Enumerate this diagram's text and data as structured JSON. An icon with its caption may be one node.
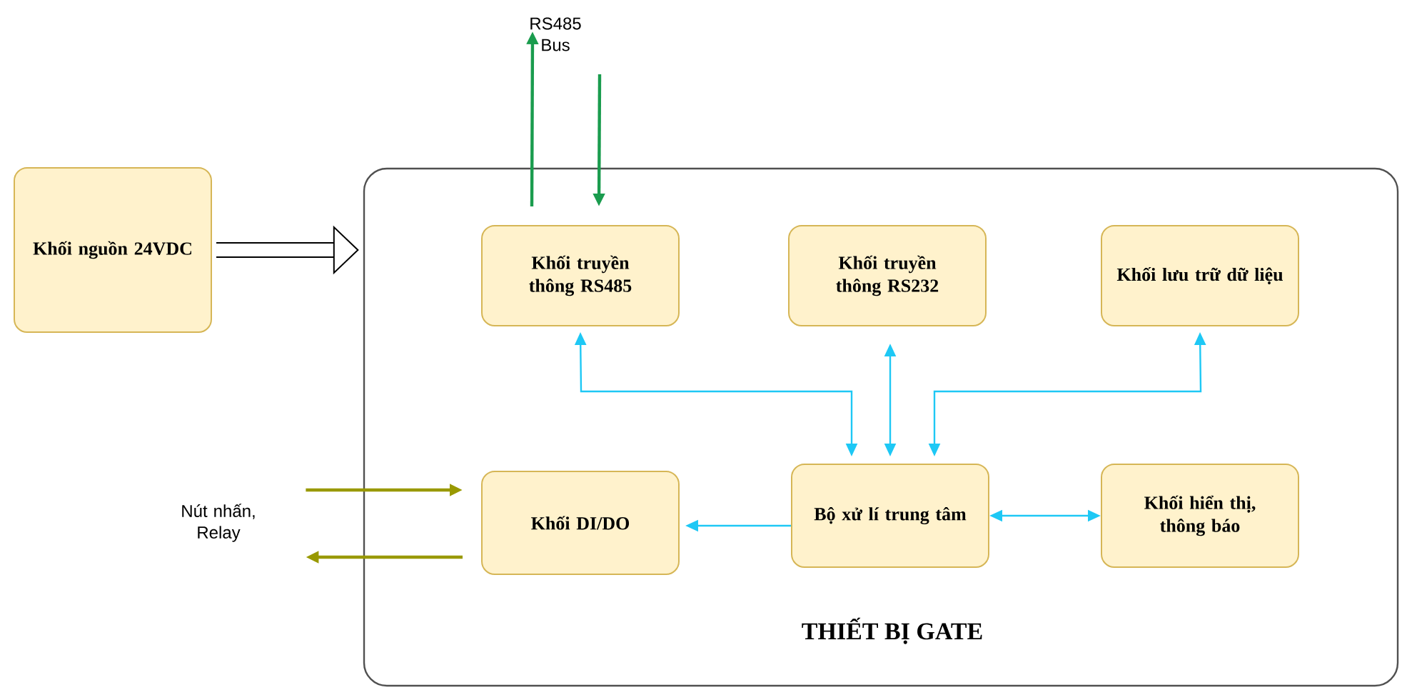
{
  "diagram": {
    "nodes": [
      {
        "text": [
          "THIẾT BỊ GATE"
        ]
      },
      {
        "text": [
          "Khối nguồn 24VDC"
        ]
      },
      {
        "text": [
          "Khối truyền thông RS485"
        ],
        "in": 0
      },
      {
        "text": [
          "Khối truyền thông RS232"
        ],
        "in": 0
      },
      {
        "text": [
          "Khối lưu trữ dữ liệu"
        ],
        "in": 0
      },
      {
        "text": [
          "Khối DI/DO"
        ],
        "in": 0
      },
      {
        "text": [
          "Bộ xử lí trung tâm"
        ],
        "in": 0
      },
      {
        "text": [
          "Khối hiển thị, thông báo"
        ],
        "in": 0
      },
      {
        "text": [
          "RS485 Bus"
        ]
      },
      {
        "text": [
          "Nút nhấn, Relay"
        ]
      }
    ],
    "edges": [
      {
        "from": 1,
        "to": 0,
        "arrow": "to",
        "style": "thick",
        "color": "#000000"
      },
      {
        "from": 2,
        "to": 8,
        "arrow": "to",
        "color": "#1a9c4e"
      },
      {
        "from": 8,
        "to": 2,
        "arrow": "to",
        "color": "#1a9c4e"
      },
      {
        "from": 9,
        "to": 5,
        "arrow": "to",
        "color": "#999900"
      },
      {
        "from": 5,
        "to": 9,
        "arrow": "to",
        "color": "#999900"
      },
      {
        "from": 6,
        "to": 2,
        "arrow": "both"
      },
      {
        "from": 6,
        "to": 3,
        "arrow": "both"
      },
      {
        "from": 6,
        "to": 4,
        "arrow": "both"
      },
      {
        "from": 6,
        "to": 5,
        "arrow": "to"
      },
      {
        "from": 6,
        "to": 7,
        "arrow": "both"
      }
    ]
  }
}
